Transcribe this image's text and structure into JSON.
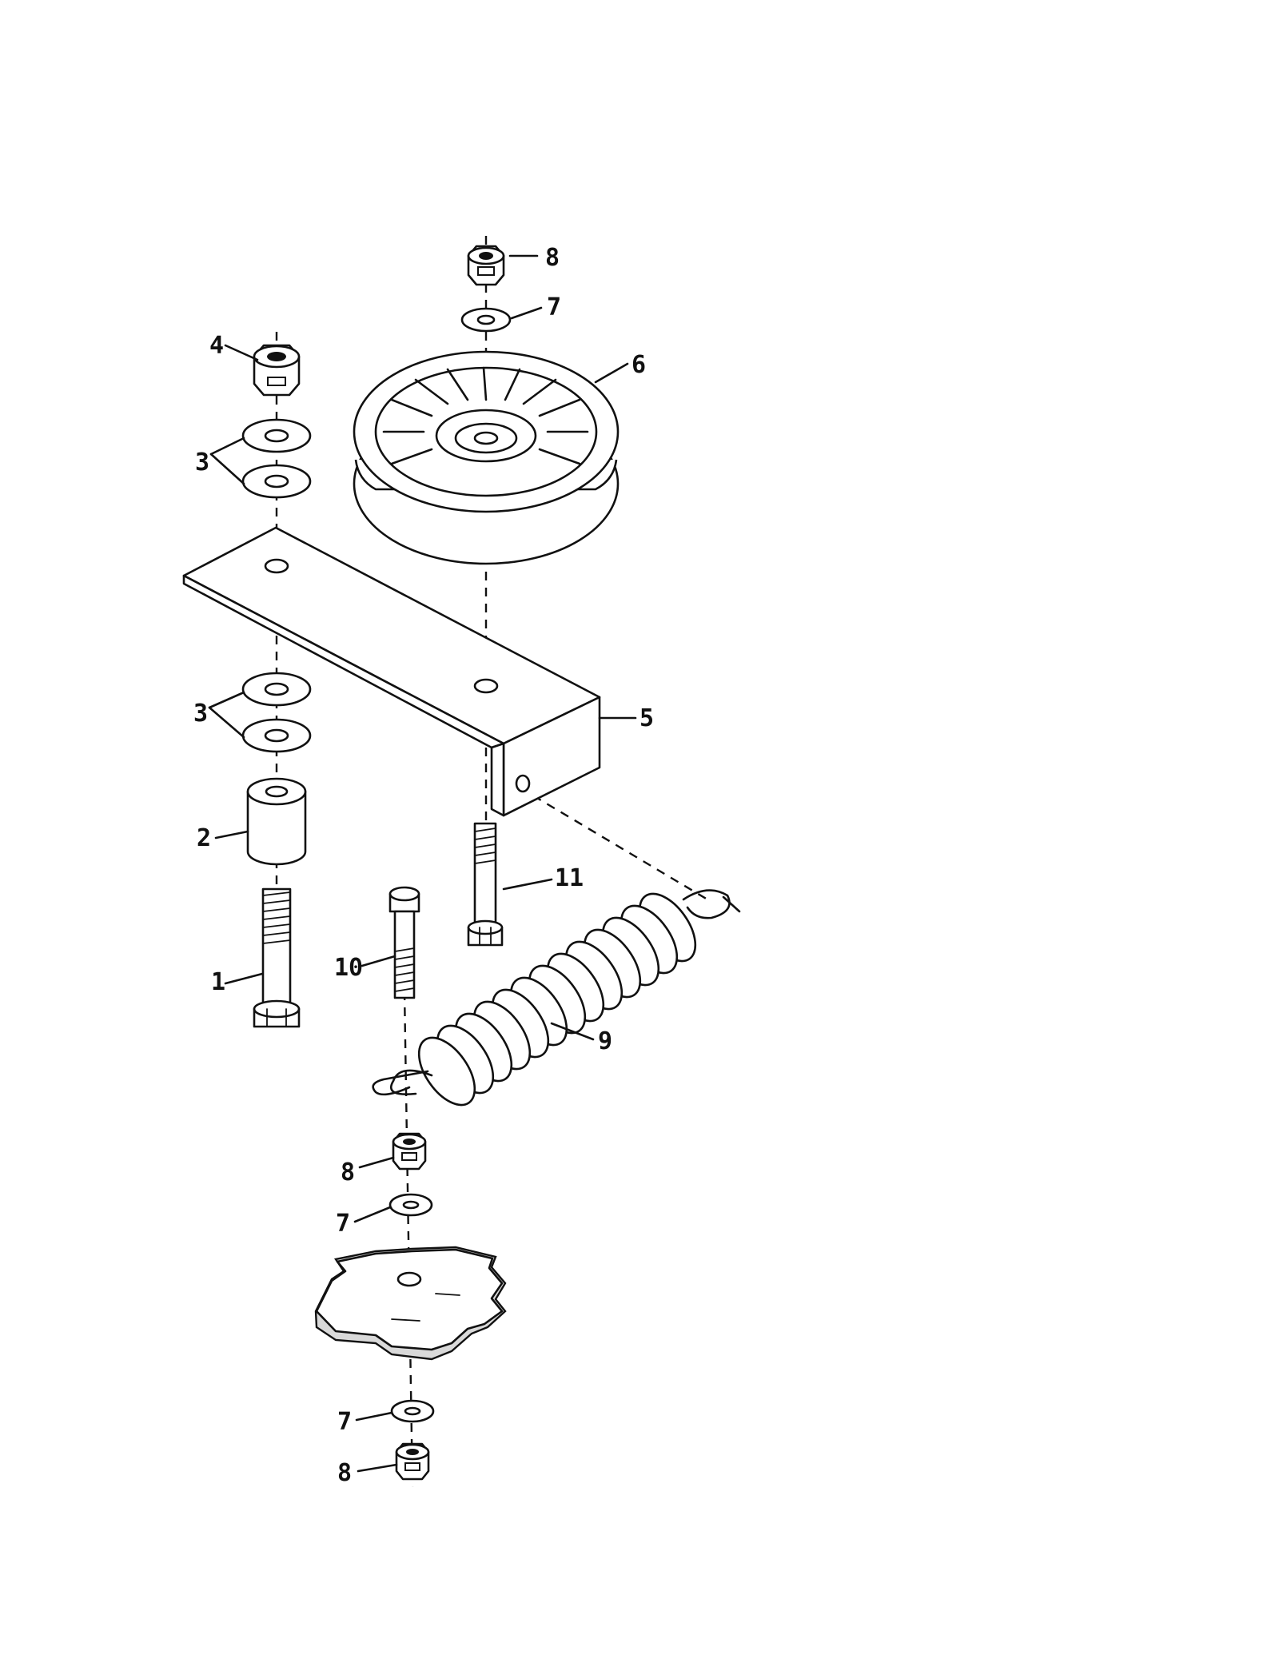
{
  "callouts": {
    "c1": "1",
    "c2": "2",
    "c3a": "3",
    "c3b": "3",
    "c4": "4",
    "c5": "5",
    "c6": "6",
    "c7a": "7",
    "c7b": "7",
    "c7c": "7",
    "c8a": "8",
    "c8b": "8",
    "c8c": "8",
    "c9": "9",
    "c10": "10",
    "c11": "11"
  }
}
